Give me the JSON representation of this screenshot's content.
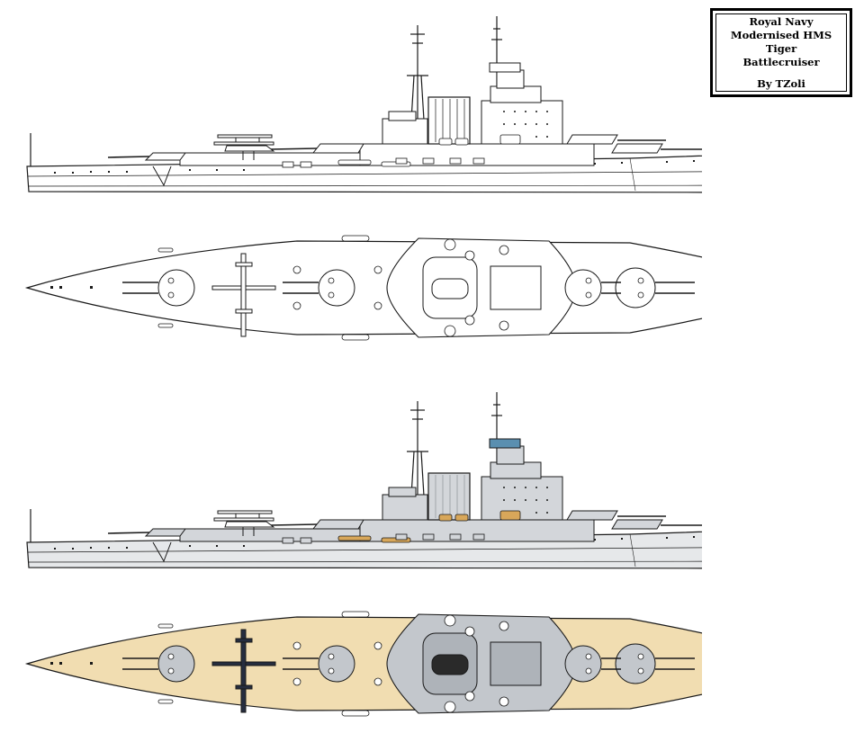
{
  "title_block": {
    "line1": "Royal Navy",
    "line2": "Modernised HMS Tiger",
    "line3": "Battlecruiser",
    "author": "By TZoli"
  },
  "views": [
    {
      "name": "side-profile-line-art",
      "kind": "profile",
      "scheme": "line-art"
    },
    {
      "name": "deck-plan-line-art",
      "kind": "plan",
      "scheme": "line-art"
    },
    {
      "name": "side-profile-colored",
      "kind": "profile",
      "scheme": "colored"
    },
    {
      "name": "deck-plan-colored",
      "kind": "plan",
      "scheme": "colored"
    }
  ],
  "colors": {
    "outline": "#1a1a1a",
    "line_art_fill": "#ffffff",
    "hull_grey": "#e6e8ea",
    "superstructure_grey": "#d3d6da",
    "deck_wood": "#f1ddb1",
    "deck_grey": "#c3c7cc",
    "boat_wood": "#d8a75a",
    "aircraft_dark": "#262d3f",
    "funnel_dark": "#2a2a2a",
    "wireless_blue": "#5a8fb0"
  }
}
